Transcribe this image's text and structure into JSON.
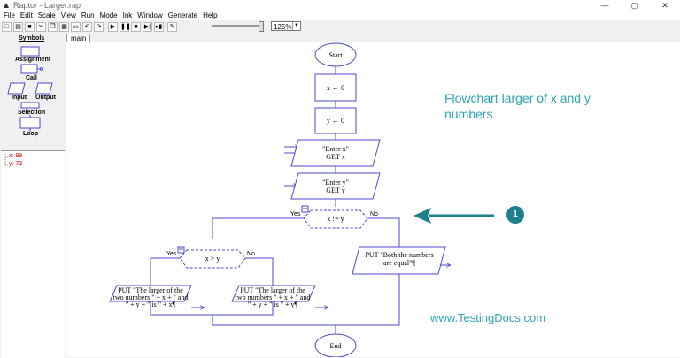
{
  "window": {
    "title": "Raptor - Larger.rap",
    "min": "—",
    "max": "▢",
    "close": "✕"
  },
  "menu": [
    "File",
    "Edit",
    "Scale",
    "View",
    "Run",
    "Mode",
    "Ink",
    "Window",
    "Generate",
    "Help"
  ],
  "toolbar": {
    "zoom": "125%"
  },
  "symbols": {
    "title": "Symbols",
    "assignment": "Assignment",
    "call": "Call",
    "input": "Input",
    "output": "Output",
    "selection": "Selection",
    "loop": "Loop"
  },
  "variables": [
    "x: 89",
    "y: 73"
  ],
  "tabs": [
    "main"
  ],
  "flowchart": {
    "start": "Start",
    "end": "End",
    "assign_x": "x ← 0",
    "assign_y": "y ← 0",
    "input_x": [
      "\"Enter x\"",
      "GET x"
    ],
    "input_y": [
      "\"Enter y\"",
      "GET y"
    ],
    "cond1": "x != y",
    "cond2": "x > y",
    "yes": "Yes",
    "no": "No",
    "equal_out": [
      "PUT \"Both the numbers",
      "are equal\"¶"
    ],
    "larger_x": [
      "PUT \"The larger of the",
      "two numbers \" + x + \" and",
      "\" + y + \" is \" + x¶"
    ],
    "larger_y": [
      "PUT \"The larger of the",
      "two numbers \" + x + \" and",
      "\" + y + \" is \" + y¶"
    ]
  },
  "annotation": {
    "heading_line1": "Flowchart larger of x and y",
    "heading_line2": "numbers",
    "site": "www.TestingDocs.com",
    "badge": "1",
    "arrow_color": "#1c7f8f",
    "text_color": "#2aa3b5"
  },
  "colors": {
    "shape_stroke": "#4a4acc",
    "variable": "#dd0000"
  }
}
